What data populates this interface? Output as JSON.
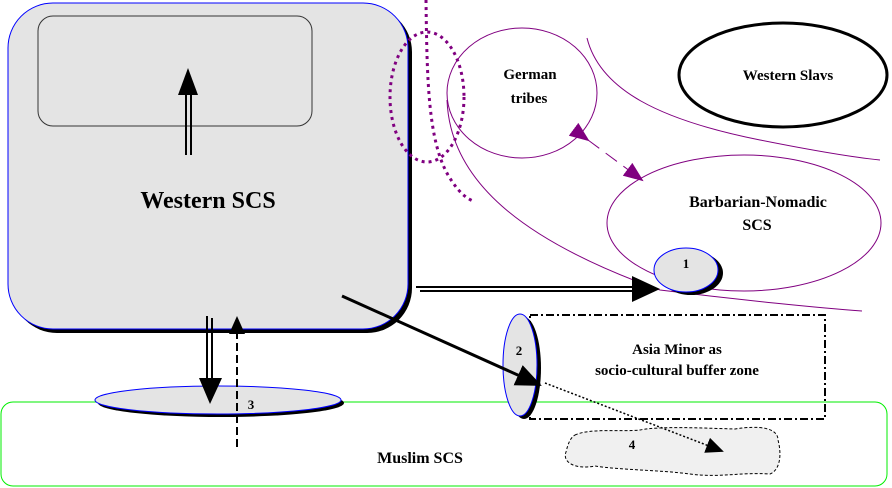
{
  "labels": {
    "western_scs": "Western SCS",
    "german_tribes_line1": "German",
    "german_tribes_line2": "tribes",
    "western_slavs": "Western Slavs",
    "barbarian_line1": "Barbarian-Nomadic",
    "barbarian_line2": "SCS",
    "asia_minor_line1": "Asia Minor as",
    "asia_minor_line2": "socio-cultural buffer zone",
    "muslim_scs": "Muslim SCS",
    "zone1": "1",
    "zone2": "2",
    "zone3": "3",
    "zone4": "4"
  },
  "colors": {
    "box_fill": "#e4e4e4",
    "outline_blue": "#0000ff",
    "purple": "#800080",
    "green": "#00ee00"
  }
}
